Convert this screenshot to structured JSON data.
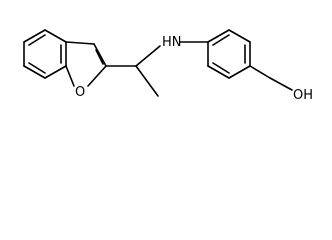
{
  "molecule": {
    "atom_labels": {
      "amine": "HN",
      "furan_oxygen": "O",
      "hydroxyl": "OH"
    },
    "colors": {
      "line": "#000000",
      "background": "#ffffff"
    }
  }
}
